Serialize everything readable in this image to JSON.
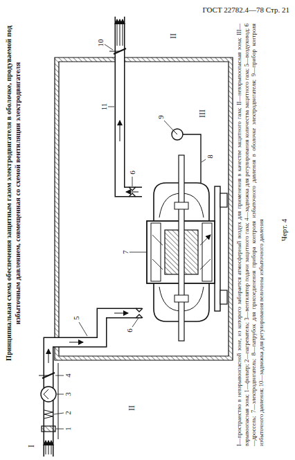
{
  "diagram": {
    "title": "Принципиальная схема обеспечения защитным газом электродвигателя в оболочке, продуваемой под избыточным давлением, совмещенная со схемой вентиляции электродвигателя",
    "caption": "I—пространство в невзрывоопасной зоне, из которого забирается атмосферный воздух для применения в качестве защитного газа; II—невзрывоопасная зона; III—взрывоопасная зона; 1—фильтр; 2—нагреватель; 3—вентилятор подачи защитного газа; 4—задвижка для регулирования количества защитного газа; 5—воздуховод; 6—дроссель; 7—электродвигатель; 8—патрубок для присоединения прибора контроля избыточного давления в оболочке электродвигателя; 9—прибор контроля избыточного давления; 10—задвижка для регулирования величины избыточного давления",
    "labels": [
      "ГОСТ 22782.4—78 Стр. 21",
      "I",
      "II",
      "II",
      "III",
      "1",
      "2",
      "3",
      "4",
      "5",
      "6",
      "6",
      "7",
      "8",
      "9",
      "10",
      "11",
      "Черт. 4"
    ]
  }
}
